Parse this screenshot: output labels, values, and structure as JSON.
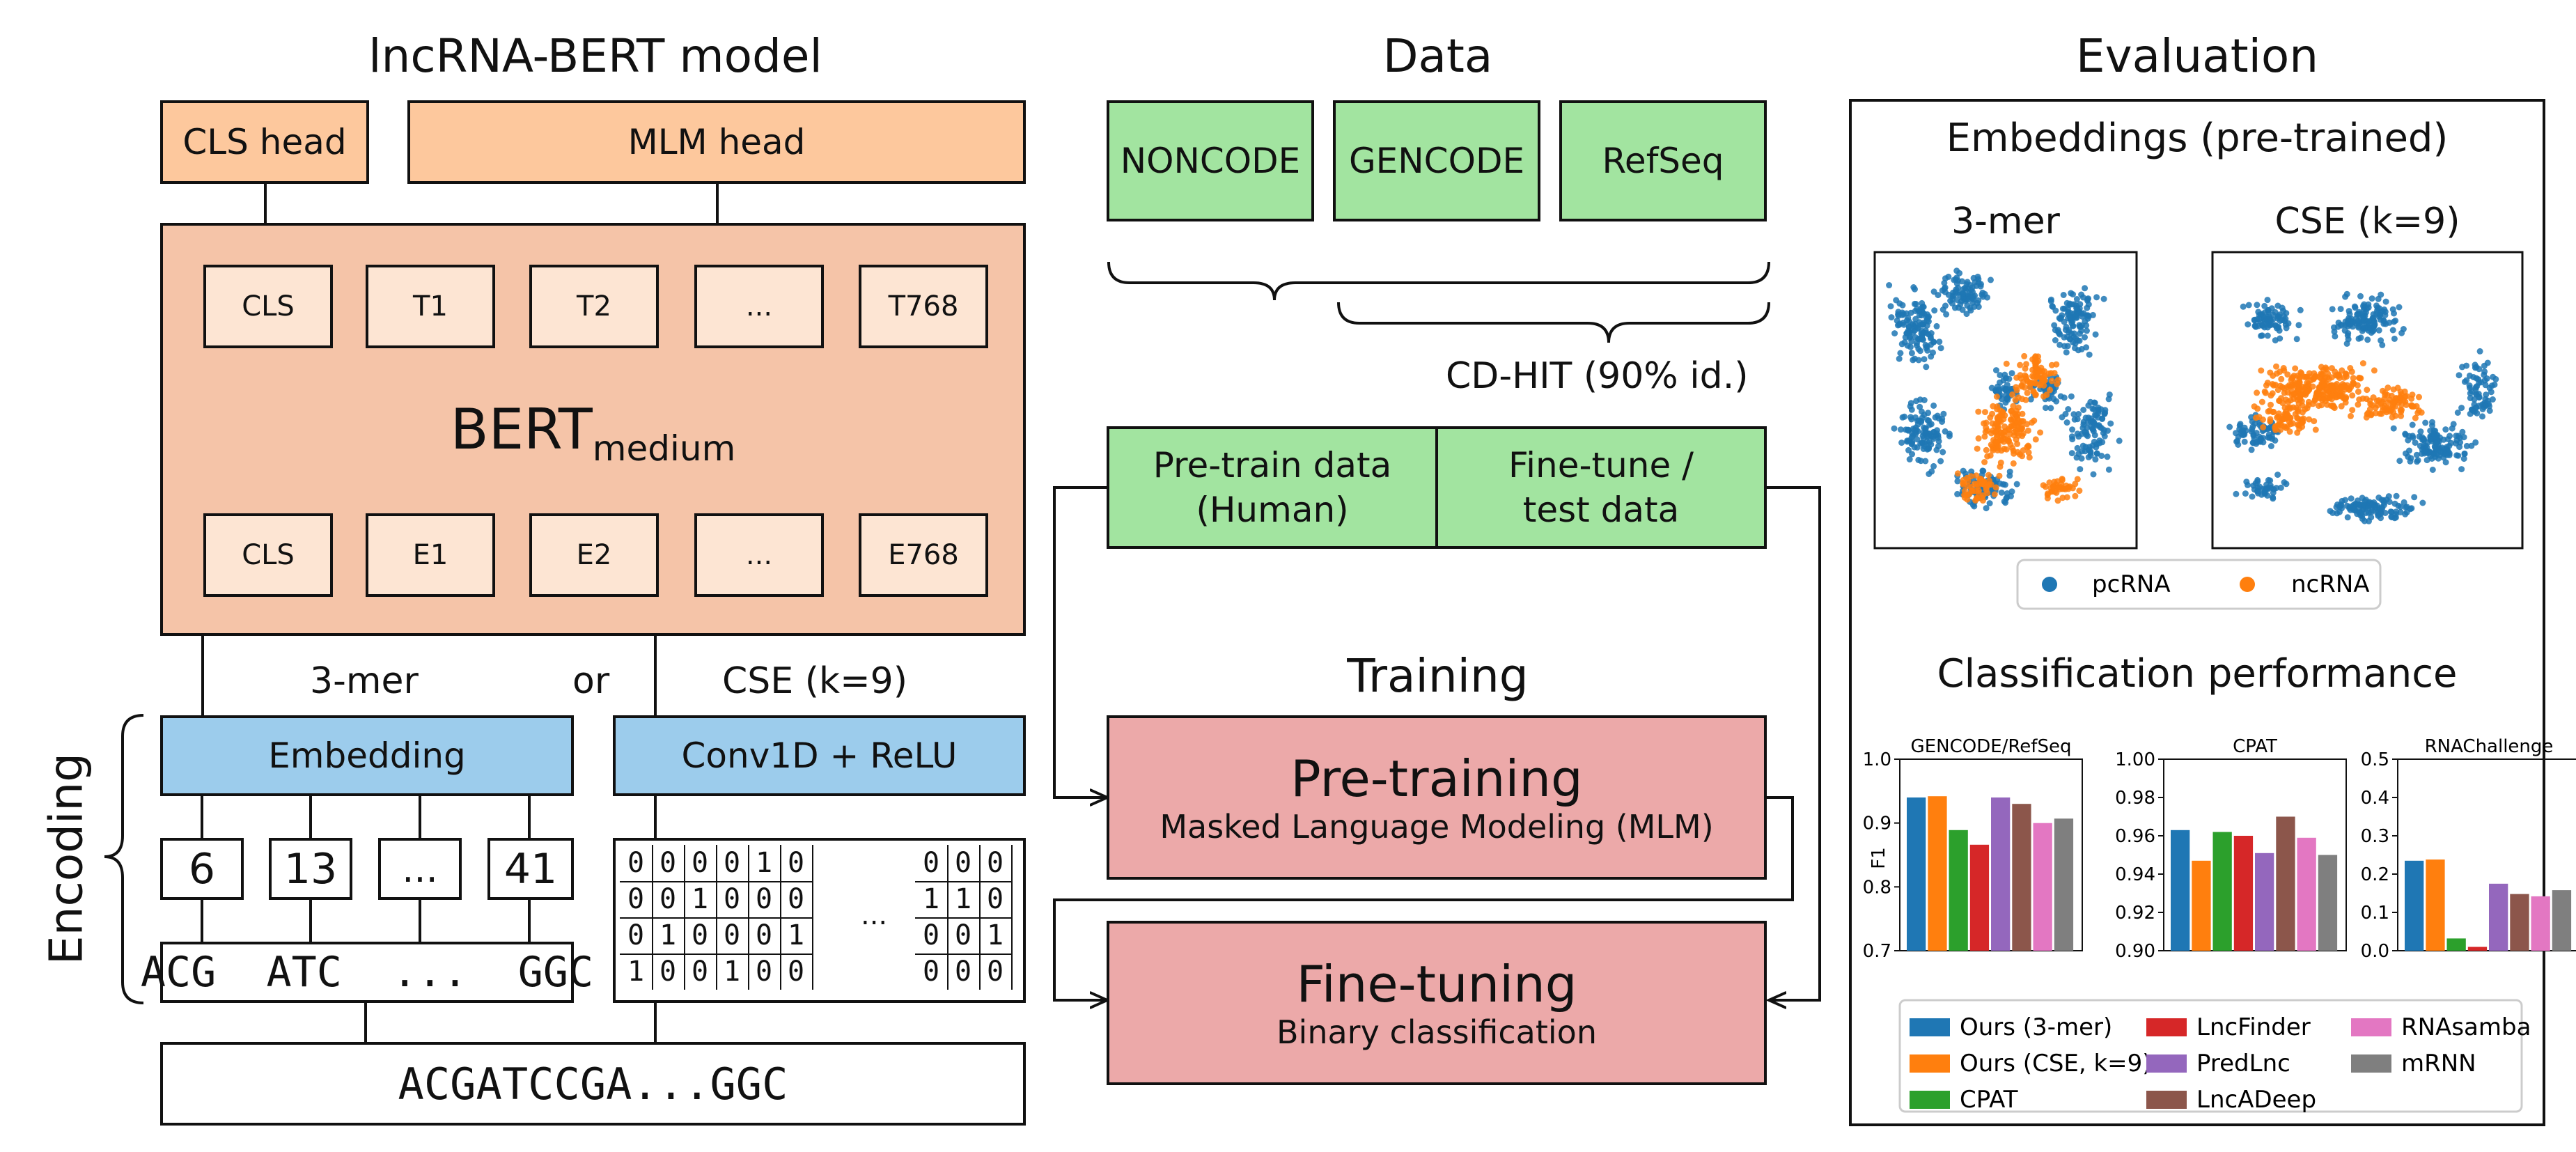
{
  "model": {
    "title": "lncRNA-BERT model",
    "cls_head": "CLS head",
    "mlm_head": "MLM head",
    "bert_main": "BERT",
    "bert_sub": "medium",
    "top_tokens": [
      "CLS",
      "T1",
      "T2",
      "...",
      "T768"
    ],
    "bottom_tokens": [
      "CLS",
      "E1",
      "E2",
      "...",
      "E768"
    ],
    "choice_kmer": "3-mer",
    "choice_or": "or",
    "choice_cse": "CSE (k=9)"
  },
  "encoding": {
    "side_label": "Encoding",
    "embedding": "Embedding",
    "conv": "Conv1D + ReLU",
    "indices": [
      "6",
      "13",
      "...",
      "41"
    ],
    "kmers": "ACG  ATC  ...  GGC",
    "onehot_left": [
      [
        "0",
        "0",
        "0",
        "0",
        "1",
        "0"
      ],
      [
        "0",
        "0",
        "1",
        "0",
        "0",
        "0"
      ],
      [
        "0",
        "1",
        "0",
        "0",
        "0",
        "1"
      ],
      [
        "1",
        "0",
        "0",
        "1",
        "0",
        "0"
      ]
    ],
    "onehot_ellipsis": "...",
    "onehot_right": [
      [
        "0",
        "0",
        "0"
      ],
      [
        "1",
        "1",
        "0"
      ],
      [
        "0",
        "0",
        "1"
      ],
      [
        "0",
        "0",
        "0"
      ]
    ],
    "sequence": "ACGATCCGA...GGC"
  },
  "data": {
    "title": "Data",
    "sources": [
      "NONCODE",
      "GENCODE",
      "RefSeq"
    ],
    "cdhit": "CD-HIT (90% id.)",
    "pretrain_line1": "Pre-train data",
    "pretrain_line2": "(Human)",
    "finetune_line1": "Fine-tune /",
    "finetune_line2": "test data"
  },
  "training": {
    "title": "Training",
    "pretraining_title": "Pre-training",
    "pretraining_sub": "Masked Language Modeling (MLM)",
    "finetuning_title": "Fine-tuning",
    "finetuning_sub": "Binary classification"
  },
  "evaluation": {
    "title": "Evaluation",
    "embeddings_title": "Embeddings (pre-trained)",
    "panel_kmer": "3-mer",
    "panel_cse": "CSE (k=9)",
    "legend_pc": "pcRNA",
    "legend_nc": "ncRNA",
    "color_pc": "#1f77b4",
    "color_nc": "#ff7f0e",
    "classification_title": "Classification performance"
  },
  "chart_data": {
    "type": "bar",
    "ylabel": "F1",
    "series_names": [
      "Ours (3-mer)",
      "Ours (CSE, k=9)",
      "CPAT",
      "LncFinder",
      "PredLnc",
      "LncADeep",
      "RNAsamba",
      "mRNN"
    ],
    "colors": [
      "#1f77b4",
      "#ff7f0e",
      "#2ca02c",
      "#d62728",
      "#9467bd",
      "#8c564b",
      "#e377c2",
      "#7f7f7f"
    ],
    "panels": [
      {
        "title": "GENCODE/RefSeq",
        "ylim": [
          0.7,
          1.0
        ],
        "yticks": [
          "0.7",
          "0.8",
          "0.9",
          "1.0"
        ],
        "tickvals": [
          0.7,
          0.8,
          0.9,
          1.0
        ],
        "values": [
          0.94,
          0.942,
          0.889,
          0.866,
          0.94,
          0.93,
          0.9,
          0.907
        ]
      },
      {
        "title": "CPAT",
        "ylim": [
          0.9,
          1.0
        ],
        "yticks": [
          "0.90",
          "0.92",
          "0.94",
          "0.96",
          "0.98",
          "1.00"
        ],
        "tickvals": [
          0.9,
          0.92,
          0.94,
          0.96,
          0.98,
          1.0
        ],
        "values": [
          0.963,
          0.947,
          0.962,
          0.96,
          0.951,
          0.97,
          0.959,
          0.95
        ]
      },
      {
        "title": "RNAChallenge",
        "ylim": [
          0.0,
          0.5
        ],
        "yticks": [
          "0.0",
          "0.1",
          "0.2",
          "0.3",
          "0.4",
          "0.5"
        ],
        "tickvals": [
          0.0,
          0.1,
          0.2,
          0.3,
          0.4,
          0.5
        ],
        "values": [
          0.235,
          0.238,
          0.032,
          0.01,
          0.175,
          0.148,
          0.142,
          0.158
        ]
      }
    ]
  }
}
